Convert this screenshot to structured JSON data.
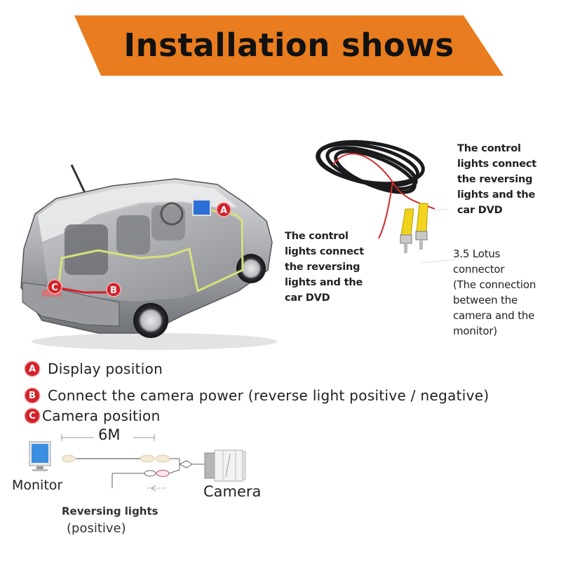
{
  "header": {
    "title": "Installation shows",
    "banner_color": "#E87C1E"
  },
  "car_illustration": {
    "markers": [
      {
        "letter": "A",
        "meaning": "display"
      },
      {
        "letter": "B",
        "meaning": "camera power"
      },
      {
        "letter": "C",
        "meaning": "camera"
      }
    ],
    "wire_colors": {
      "video": "#D8E07A",
      "power": "#D2232A"
    },
    "monitor_screen_color": "#2C6FD6"
  },
  "notes": {
    "right_note": [
      "The control",
      "lights connect",
      "the reversing",
      "lights and the",
      "car DVD"
    ],
    "mid_note": [
      "The control",
      "lights connect",
      "the reversing",
      "lights and the",
      "car DVD"
    ],
    "lotus_note": [
      "3.5 Lotus",
      "connector",
      "(The connection",
      "between the",
      "camera and the",
      "monitor)"
    ]
  },
  "legend": {
    "items": [
      {
        "badge": "A",
        "text": "Display position"
      },
      {
        "badge": "B",
        "text": "Connect the camera power (reverse light positive / negative)"
      },
      {
        "badge": "C",
        "text": "Camera position"
      }
    ],
    "badge_color": "#D2232A"
  },
  "wiring_diagram": {
    "length_label": "6M",
    "monitor_label": "Monitor",
    "camera_label": "Camera",
    "reversing_label": "Reversing lights",
    "positive_label": "(positive)"
  }
}
